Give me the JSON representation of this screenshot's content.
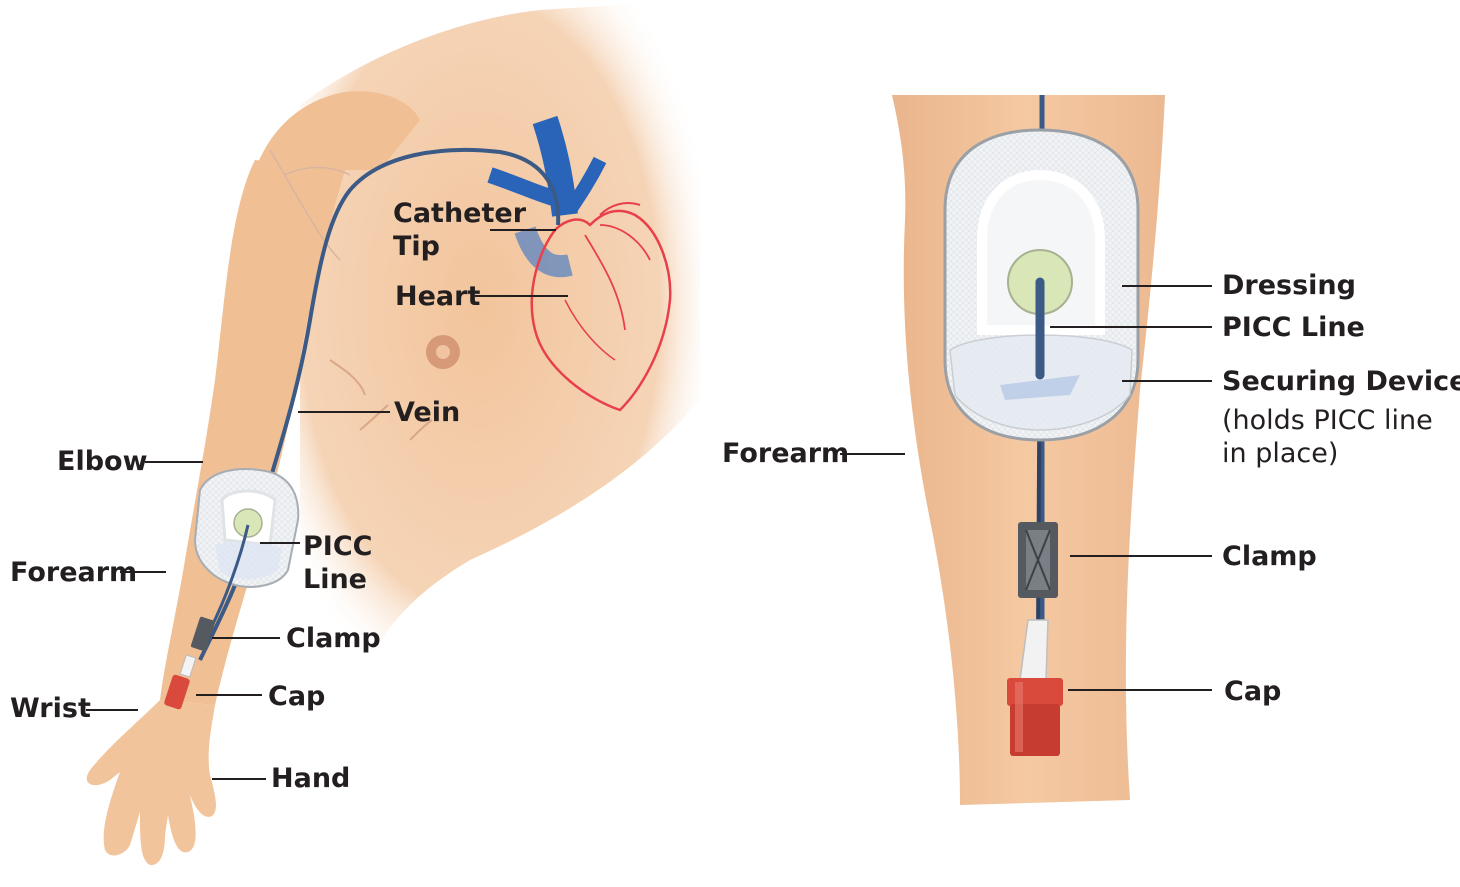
{
  "left_diagram": {
    "labels": {
      "catheter_tip_line1": "Catheter",
      "catheter_tip_line2": "Tip",
      "heart": "Heart",
      "vein": "Vein",
      "elbow": "Elbow",
      "picc_line1": "PICC",
      "picc_line2": "Line",
      "forearm": "Forearm",
      "clamp": "Clamp",
      "wrist": "Wrist",
      "cap": "Cap",
      "hand": "Hand"
    }
  },
  "right_diagram": {
    "labels": {
      "forearm": "Forearm",
      "dressing": "Dressing",
      "picc_line": "PICC Line",
      "securing_device": "Securing Device",
      "securing_note_line1": "(holds PICC line",
      "securing_note_line2": "in place)",
      "clamp": "Clamp",
      "cap": "Cap"
    }
  },
  "colors": {
    "skin": "#f2c49b",
    "skin_shadow": "#e2a87e",
    "vein_blue": "#1f5aa6",
    "heart_red": "#e8404a",
    "catheter": "#3c5a86",
    "dressing": "#eef0f2",
    "hub_green": "#d8e6b8",
    "clamp_dark": "#555a60",
    "cap_red": "#d94a3c",
    "label_text": "#231f20"
  }
}
